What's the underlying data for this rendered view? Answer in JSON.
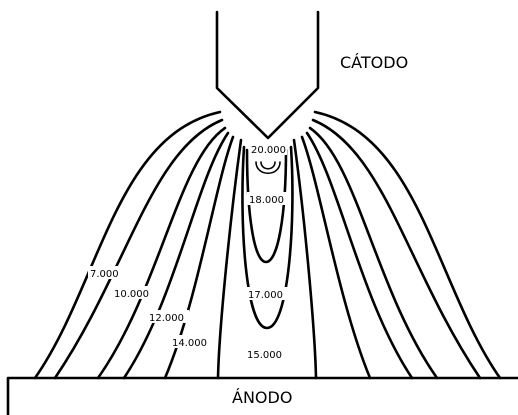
{
  "labels": {
    "cathode": "CÁTODO",
    "anode": "ÁNODO",
    "isotherms": {
      "t20000": "20.000",
      "t18000": "18.000",
      "t17000": "17.000",
      "t15000": "15.000",
      "t14000": "14.000",
      "t12000": "12.000",
      "t10000": "10.000",
      "t7000": "7.000"
    }
  },
  "colors": {
    "stroke": "#000000",
    "background": "#ffffff"
  }
}
